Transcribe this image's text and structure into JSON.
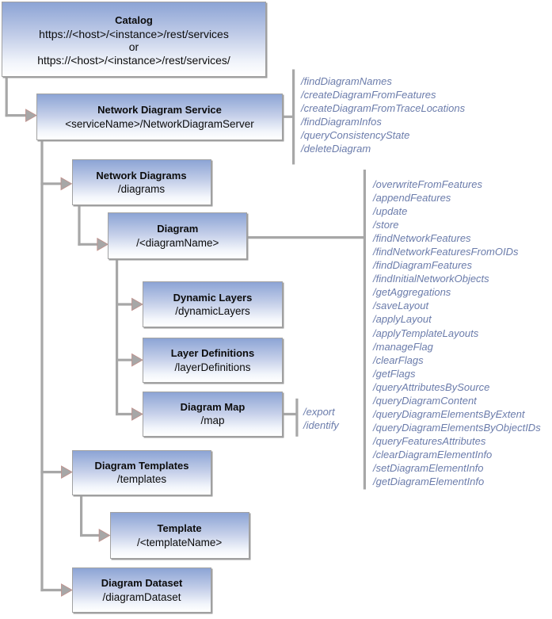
{
  "nodes": [
    {
      "id": "catalog",
      "title": "Catalog",
      "lines": [
        "https://<host>/<instance>/rest/services",
        "or",
        "https://<host>/<instance>/rest/services/"
      ]
    },
    {
      "id": "network-diagram-service",
      "title": "Network Diagram Service",
      "lines": [
        "<serviceName>/NetworkDiagramServer"
      ]
    },
    {
      "id": "network-diagrams",
      "title": "Network Diagrams",
      "lines": [
        "/diagrams"
      ]
    },
    {
      "id": "diagram",
      "title": "Diagram",
      "lines": [
        "/<diagramName>"
      ]
    },
    {
      "id": "dynamic-layers",
      "title": "Dynamic Layers",
      "lines": [
        "/dynamicLayers"
      ]
    },
    {
      "id": "layer-definitions",
      "title": "Layer Definitions",
      "lines": [
        "/layerDefinitions"
      ]
    },
    {
      "id": "diagram-map",
      "title": "Diagram Map",
      "lines": [
        "/map"
      ]
    },
    {
      "id": "diagram-templates",
      "title": "Diagram Templates",
      "lines": [
        "/templates"
      ]
    },
    {
      "id": "template",
      "title": "Template",
      "lines": [
        "/<templateName>"
      ]
    },
    {
      "id": "diagram-dataset",
      "title": "Diagram Dataset",
      "lines": [
        "/diagramDataset"
      ]
    }
  ],
  "operations": {
    "network_diagram_service": [
      "/findDiagramNames",
      "/createDiagramFromFeatures",
      "/createDiagramFromTraceLocations",
      "/findDiagramInfos",
      "/queryConsistencyState",
      "/deleteDiagram"
    ],
    "diagram": [
      "/overwriteFromFeatures",
      "/appendFeatures",
      "/update",
      "/store",
      "/findNetworkFeatures",
      "/findNetworkFeaturesFromOIDs",
      "/findDiagramFeatures",
      "/findInitialNetworkObjects",
      "/getAggregations",
      "/saveLayout",
      "/applyLayout",
      "/applyTemplateLayouts",
      "/manageFlag",
      "/clearFlags",
      "/getFlags",
      "/queryAttributesBySource",
      "/queryDiagramContent",
      "/queryDiagramElementsByExtent",
      "/queryDiagramElementsByObjectIDs",
      "/queryFeaturesAttributes",
      "/clearDiagramElementInfo",
      "/setDiagramElementInfo",
      "/getDiagramElementInfo"
    ],
    "diagram_map": [
      "/export",
      "/identify"
    ]
  },
  "colors": {
    "background": "#ffffff",
    "box_gradient_top": "#8ba3d4",
    "box_gradient_bottom": "#ffffff",
    "box_border": "#a2a2a2",
    "connector": "#a7a7a7",
    "arrowhead_fill": "#a7a7a7",
    "arrowhead_edge": "#c08f8a",
    "operations_text": "#6b7cab",
    "box_text": "#0c0c0c"
  }
}
